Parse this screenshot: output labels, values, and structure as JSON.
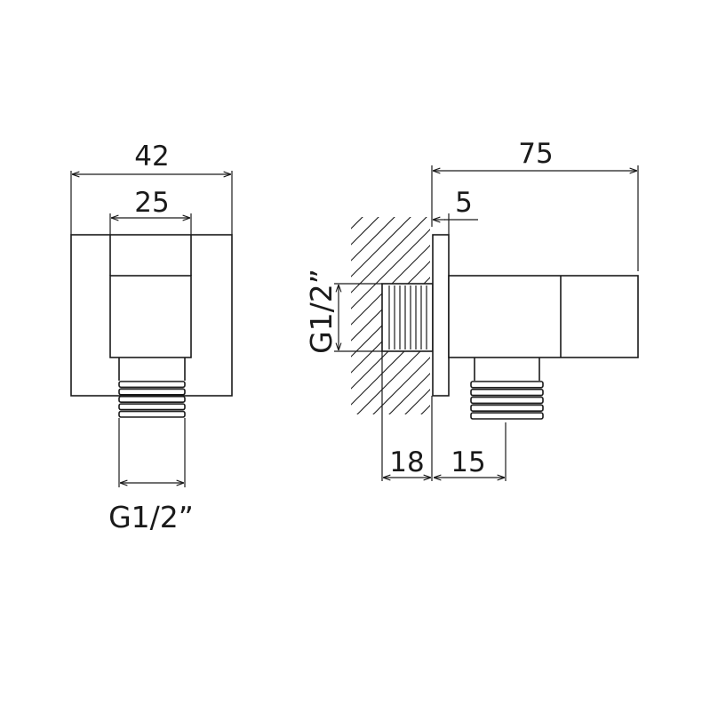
{
  "front_view": {
    "width_overall": "42",
    "width_inner": "25",
    "thread": "G1/2”"
  },
  "side_view": {
    "length_overall": "75",
    "flange_thickness": "5",
    "thread": "G1/2”",
    "inlet_length": "18",
    "outlet_offset": "15"
  },
  "colors": {
    "line": "#1a1a1a",
    "background": "#ffffff"
  }
}
